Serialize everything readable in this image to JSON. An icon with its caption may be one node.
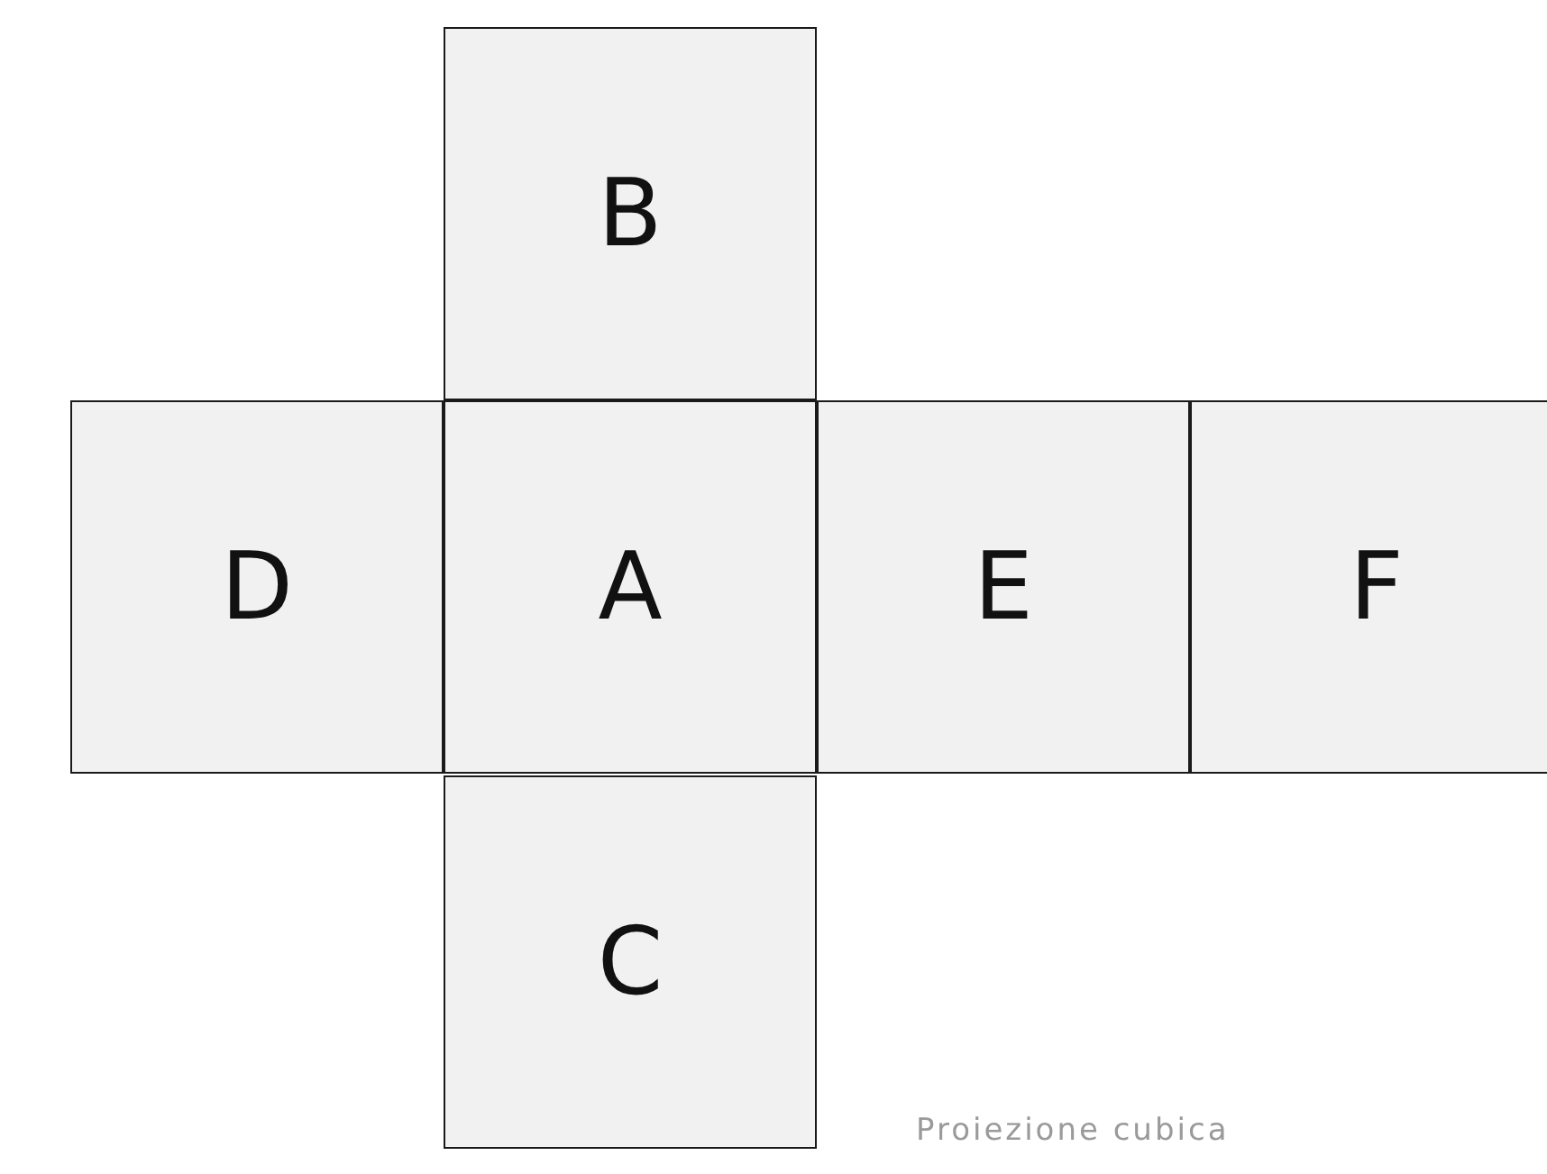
{
  "diagram": {
    "caption": "Proiezione cubica",
    "nodes": [
      {
        "text": [
          "B"
        ]
      },
      {
        "text": [
          "D"
        ]
      },
      {
        "text": [
          "A"
        ]
      },
      {
        "text": [
          "E"
        ]
      },
      {
        "text": [
          "F"
        ]
      },
      {
        "text": [
          "C"
        ]
      }
    ]
  }
}
